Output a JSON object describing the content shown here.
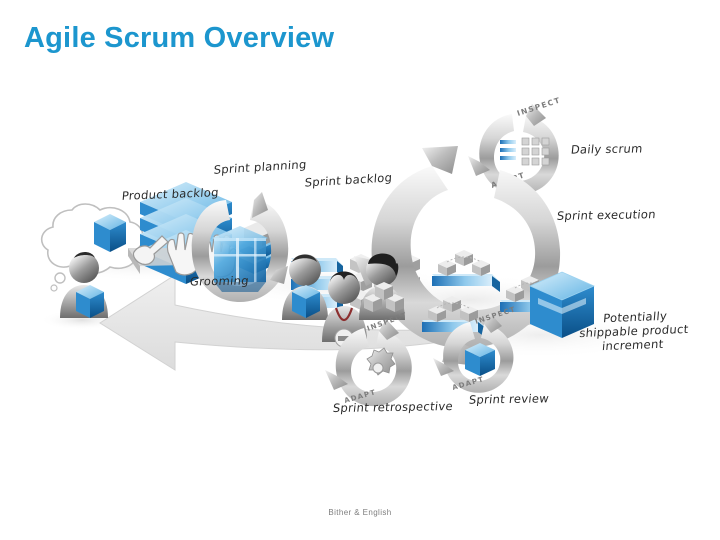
{
  "slide": {
    "title": "Agile Scrum Overview",
    "footer": "Bither & English",
    "accent_color": "#1C96CE",
    "background_color": "#FFFFFF",
    "text_color": "#2B2B2B"
  },
  "diagram": {
    "name": "agile-scrum-overview-diagram",
    "type": "process-cycle",
    "labels": {
      "product_backlog": "Product backlog",
      "grooming": "Grooming",
      "sprint_planning": "Sprint planning",
      "sprint_backlog": "Sprint backlog",
      "daily_scrum": "Daily scrum",
      "sprint_execution": "Sprint execution",
      "potentially_shippable": "Potentially shippable product increment",
      "sprint_review": "Sprint review",
      "sprint_retrospective": "Sprint retrospective"
    },
    "ring_labels": {
      "inspect": "INSPECT",
      "adapt": "ADAPT"
    },
    "colors": {
      "cube_blue_light": "#8ED0F0",
      "cube_blue": "#2B8FD6",
      "cube_blue_dark": "#0F5E9C",
      "metal_light": "#EDEDED",
      "metal_mid": "#C9C9C9",
      "metal_dark": "#8E8E8E",
      "arrow_gray": "#E3E3E3",
      "shadow": "#D8D8D8"
    },
    "elements": [
      {
        "name": "product-owner-figure",
        "kind": "person-with-thought-bubble"
      },
      {
        "name": "product-backlog-stack",
        "kind": "layered-blue-stack"
      },
      {
        "name": "grooming-hands",
        "kind": "hands-on-platform"
      },
      {
        "name": "sprint-planning-shield",
        "kind": "ring-with-blue-board"
      },
      {
        "name": "sprint-backlog-board",
        "kind": "three-bars-with-cube-grid"
      },
      {
        "name": "daily-scrum-ring",
        "kind": "inspect-adapt-ring-with-miniboard"
      },
      {
        "name": "sprint-execution-loop",
        "kind": "large-circular-arrow-with-task-clusters"
      },
      {
        "name": "scrum-team-figures",
        "kind": "three-people"
      },
      {
        "name": "increment-cube",
        "kind": "large-blue-cube"
      },
      {
        "name": "sprint-review-ring",
        "kind": "inspect-adapt-ring-with-cube"
      },
      {
        "name": "sprint-retrospective-ring",
        "kind": "inspect-adapt-ring-with-gear"
      },
      {
        "name": "feedback-arrow",
        "kind": "large-left-pointing-arrow"
      }
    ]
  }
}
